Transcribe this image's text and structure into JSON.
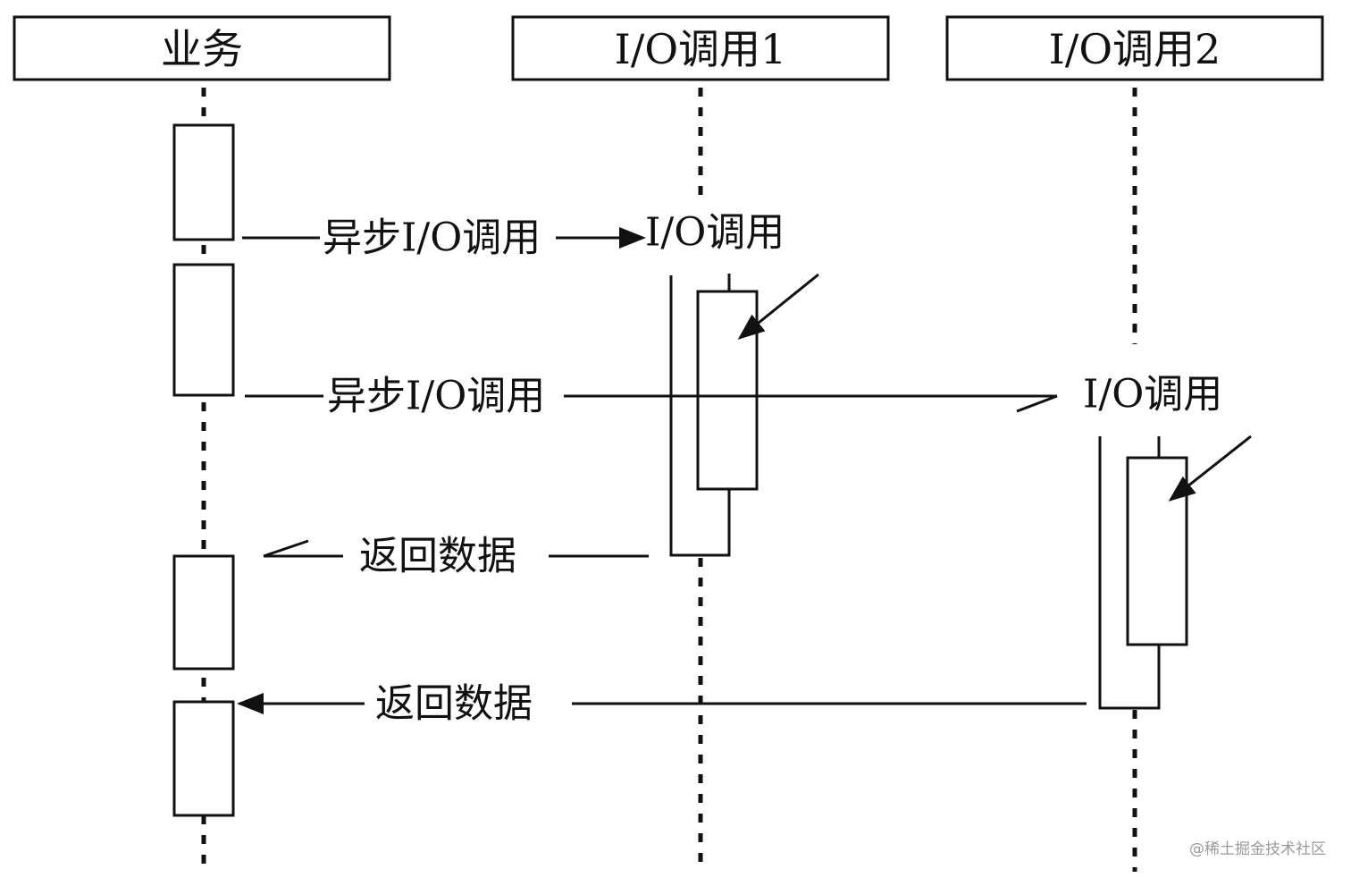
{
  "participants": [
    {
      "id": "business",
      "label": "业务"
    },
    {
      "id": "io1",
      "label": "I/O调用1"
    },
    {
      "id": "io2",
      "label": "I/O调用2"
    }
  ],
  "messages": [
    {
      "id": "call1",
      "label": "异步I/O调用",
      "from": "business",
      "to": "io1",
      "target_label": "I/O调用"
    },
    {
      "id": "call2",
      "label": "异步I/O调用",
      "from": "business",
      "to": "io2",
      "target_label": "I/O调用"
    },
    {
      "id": "return1",
      "label": "返回数据",
      "from": "io1",
      "to": "business"
    },
    {
      "id": "return2",
      "label": "返回数据",
      "from": "io2",
      "to": "business"
    }
  ],
  "watermark": "@稀土掘金技术社区"
}
